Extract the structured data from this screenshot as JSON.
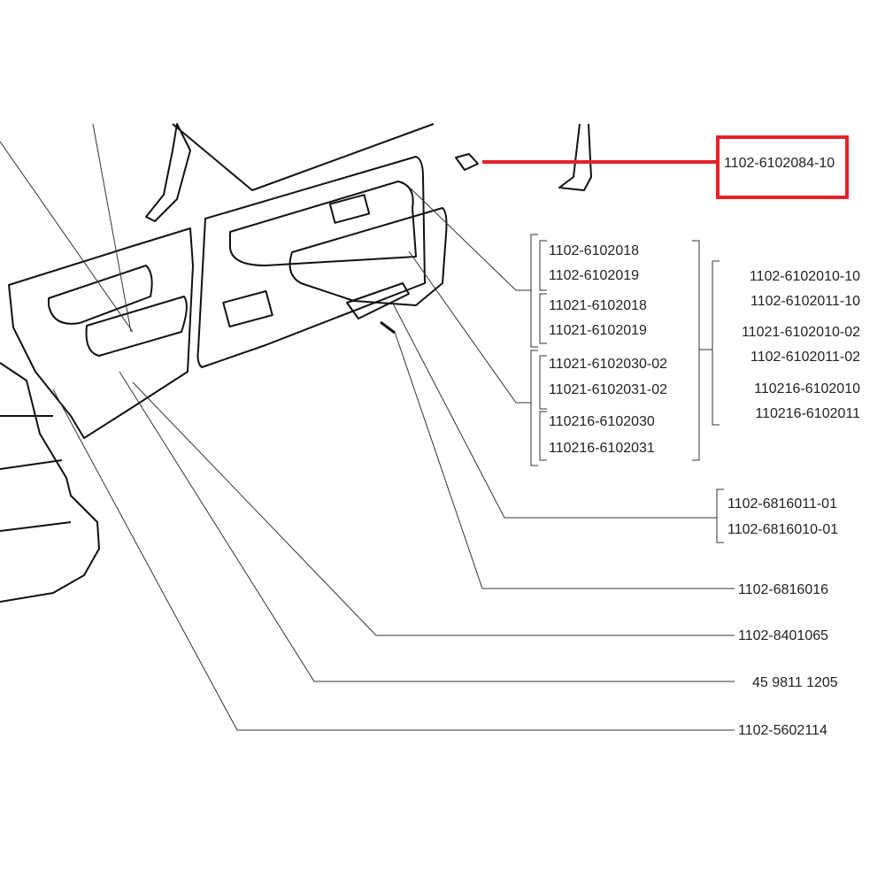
{
  "highlight": {
    "label": "1102-6102084-10",
    "color": "#e8202a"
  },
  "group_left_a": [
    "1102-6102018",
    "1102-6102019",
    "11021-6102018",
    "11021-6102019"
  ],
  "group_left_b": [
    "11021-6102030-02",
    "11021-6102031-02",
    "110216-6102030",
    "110216-6102031"
  ],
  "group_right": [
    "1102-6102010-10",
    "1102-6102011-10",
    "11021-6102010-02",
    "1102-6102011-02",
    "110216-6102010",
    "110216-6102011"
  ],
  "group_handle": [
    "1102-6816011-01",
    "1102-6816010-01"
  ],
  "single_labels": [
    "1102-6816016",
    "1102-8401065",
    "45 9811 1205",
    "1102-5602114"
  ]
}
